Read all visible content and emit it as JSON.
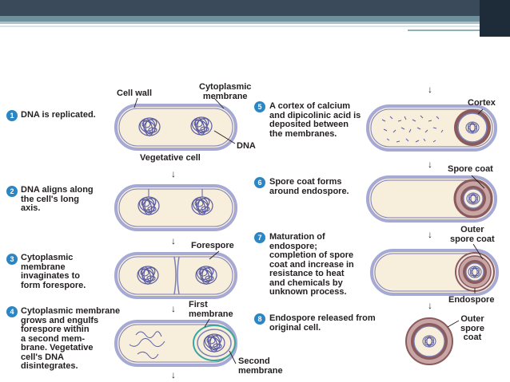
{
  "steps": [
    {
      "num": "1",
      "text": "DNA is replicated."
    },
    {
      "num": "2",
      "text": "DNA aligns along\nthe cell's long\naxis."
    },
    {
      "num": "3",
      "text": "Cytoplasmic\nmembrane\ninvaginates to\nform forespore."
    },
    {
      "num": "4",
      "text": "Cytoplasmic membrane\ngrows and engulfs\nforespore within\na second mem-\nbrane. Vegetative\ncell's DNA\ndisintegrates."
    },
    {
      "num": "5",
      "text": "A cortex of calcium\nand dipicolinic acid is\ndeposited between\nthe membranes."
    },
    {
      "num": "6",
      "text": "Spore coat forms\naround endospore."
    },
    {
      "num": "7",
      "text": "Maturation of\nendospore;\ncompletion of spore\ncoat and increase in\nresistance to heat\nand chemicals by\nunknown process."
    },
    {
      "num": "8",
      "text": "Endospore released from\noriginal cell."
    }
  ],
  "labels": {
    "cell_wall": "Cell wall",
    "cytoplasmic_membrane": "Cytoplasmic\nmembrane",
    "dna": "DNA",
    "vegetative_cell": "Vegetative cell",
    "forespore": "Forespore",
    "first_membrane": "First\nmembrane",
    "second_membrane": "Second\nmembrane",
    "cortex": "Cortex",
    "spore_coat": "Spore coat",
    "outer_spore_coat": "Outer\nspore coat",
    "endospore": "Endospore",
    "outer_spore_coat_2": "Outer\nspore\ncoat"
  },
  "arrow_glyph": "↓",
  "colors": {
    "cell_fill": "#f7eedc",
    "cell_wall": "#a6a9d4",
    "dna": "#5e5fa0",
    "cortex": "#8b5a5a",
    "coat": "#c9a6a6",
    "badge": "#2c86c4",
    "header_dark": "#1e2b38"
  }
}
